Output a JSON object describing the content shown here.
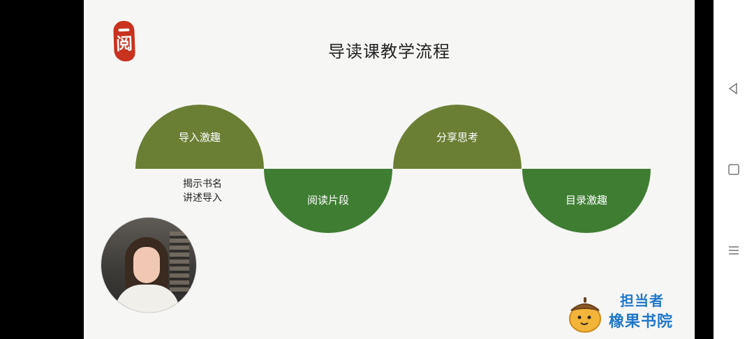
{
  "slide": {
    "title": "导读课教学流程",
    "logo_glyph": "阅",
    "stages": [
      {
        "label": "导入激趣",
        "color": "#6a7f34",
        "shape": "semicircle-up"
      },
      {
        "label": "阅读片段",
        "color": "#3f7d33",
        "shape": "semicircle-down"
      },
      {
        "label": "分享思考",
        "color": "#6a7f34",
        "shape": "semicircle-up"
      },
      {
        "label": "目录激趣",
        "color": "#3f7d33",
        "shape": "semicircle-down"
      }
    ],
    "note_lines": [
      "揭示书名",
      "讲述导入"
    ],
    "mascot_brand_line1": "担当者",
    "mascot_brand_line2": "橡果书院"
  },
  "nav": {
    "back_icon": "triangle-back-icon",
    "home_icon": "square-home-icon",
    "menu_icon": "menu-lines-icon"
  },
  "colors": {
    "background": "#f6f6f4",
    "olive": "#6a7f34",
    "green": "#3f7d33",
    "seal_red": "#c8321f",
    "brand_blue": "#1f76c8"
  }
}
